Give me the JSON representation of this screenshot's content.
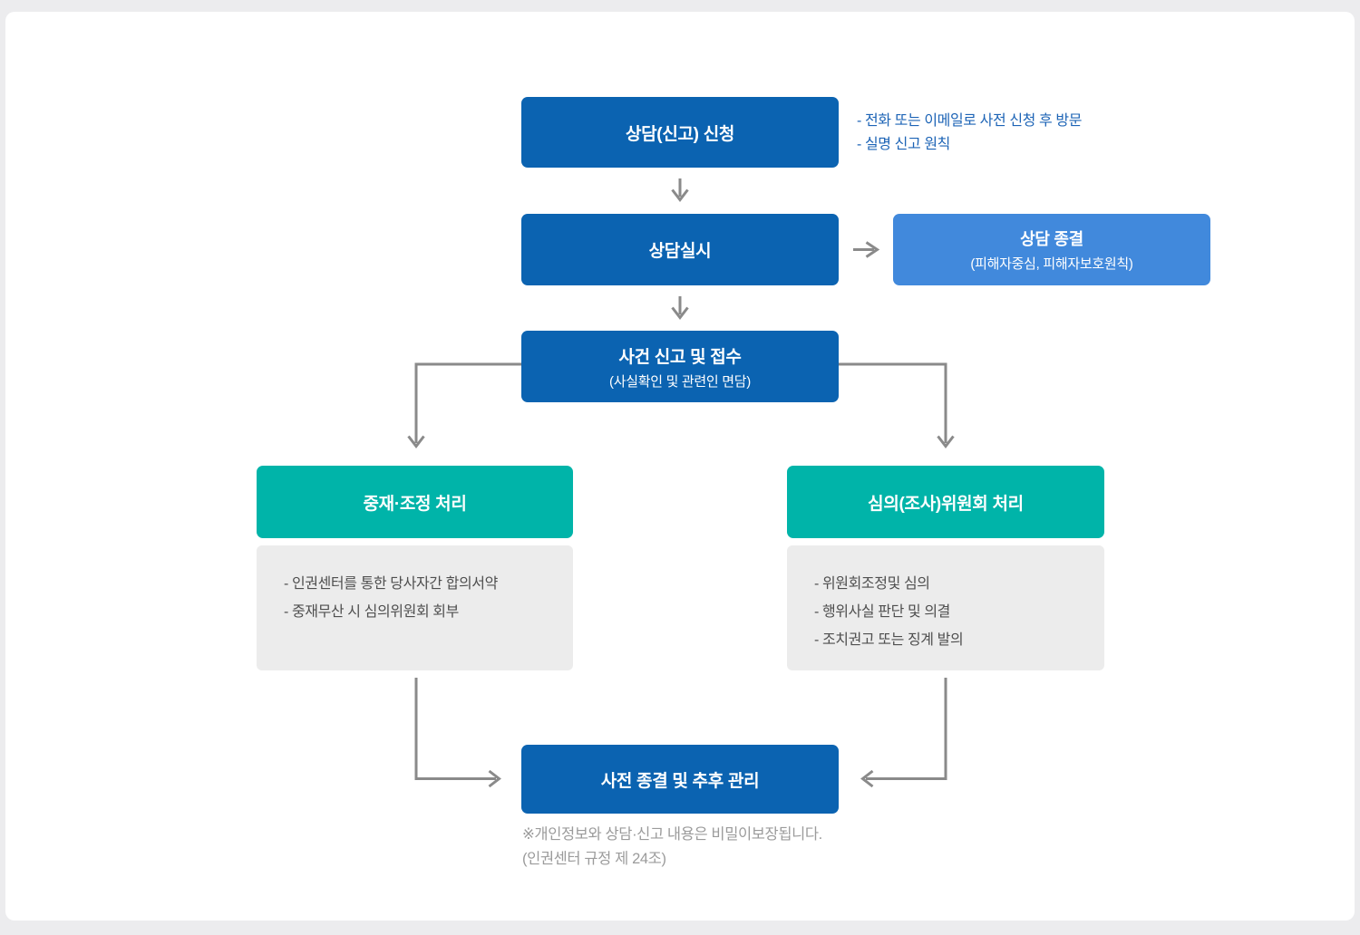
{
  "page": {
    "background_color": "#ececee",
    "card_color": "#ffffff"
  },
  "colors": {
    "primary_blue": "#0b63b1",
    "light_blue": "#4189dc",
    "teal": "#00b4a9",
    "gray_note_bg": "#ececec",
    "connector_gray": "#8a8a8a",
    "sidenote_text_blue": "#1d64b6",
    "footer_text_gray": "#9b9b9b"
  },
  "icons": {
    "arrow_down": "↓",
    "arrow_right": "→",
    "arrow_left": "←"
  },
  "flow": {
    "apply": {
      "title": "상담(신고) 신청",
      "notes": [
        "- 전화 또는 이메일로 사전 신청 후 방문",
        "- 실명 신고 원칙"
      ]
    },
    "consult": {
      "title": "상담실시"
    },
    "consult_end": {
      "title": "상담 종결",
      "subtitle": "(피해자중심, 피해자보호원칙)"
    },
    "case_receipt": {
      "title": "사건 신고 및 접수",
      "subtitle": "(사실확인 및 관련인 면담)"
    },
    "mediation": {
      "title": "중재·조정 처리",
      "notes": [
        "- 인권센터를 통한 당사자간 합의서약",
        "- 중재무산 시 심의위원회 회부"
      ]
    },
    "committee": {
      "title": "심의(조사)위원회 처리",
      "notes": [
        "- 위원회조정및 심의",
        "- 행위사실 판단 및 의결",
        "- 조치권고 또는 징계 발의"
      ]
    },
    "final": {
      "title": "사전 종결 및 추후 관리"
    },
    "footer": {
      "line1": "※개인정보와 상담·신고 내용은 비밀이보장됩니다.",
      "line2": "(인권센터 규정 제 24조)"
    }
  }
}
